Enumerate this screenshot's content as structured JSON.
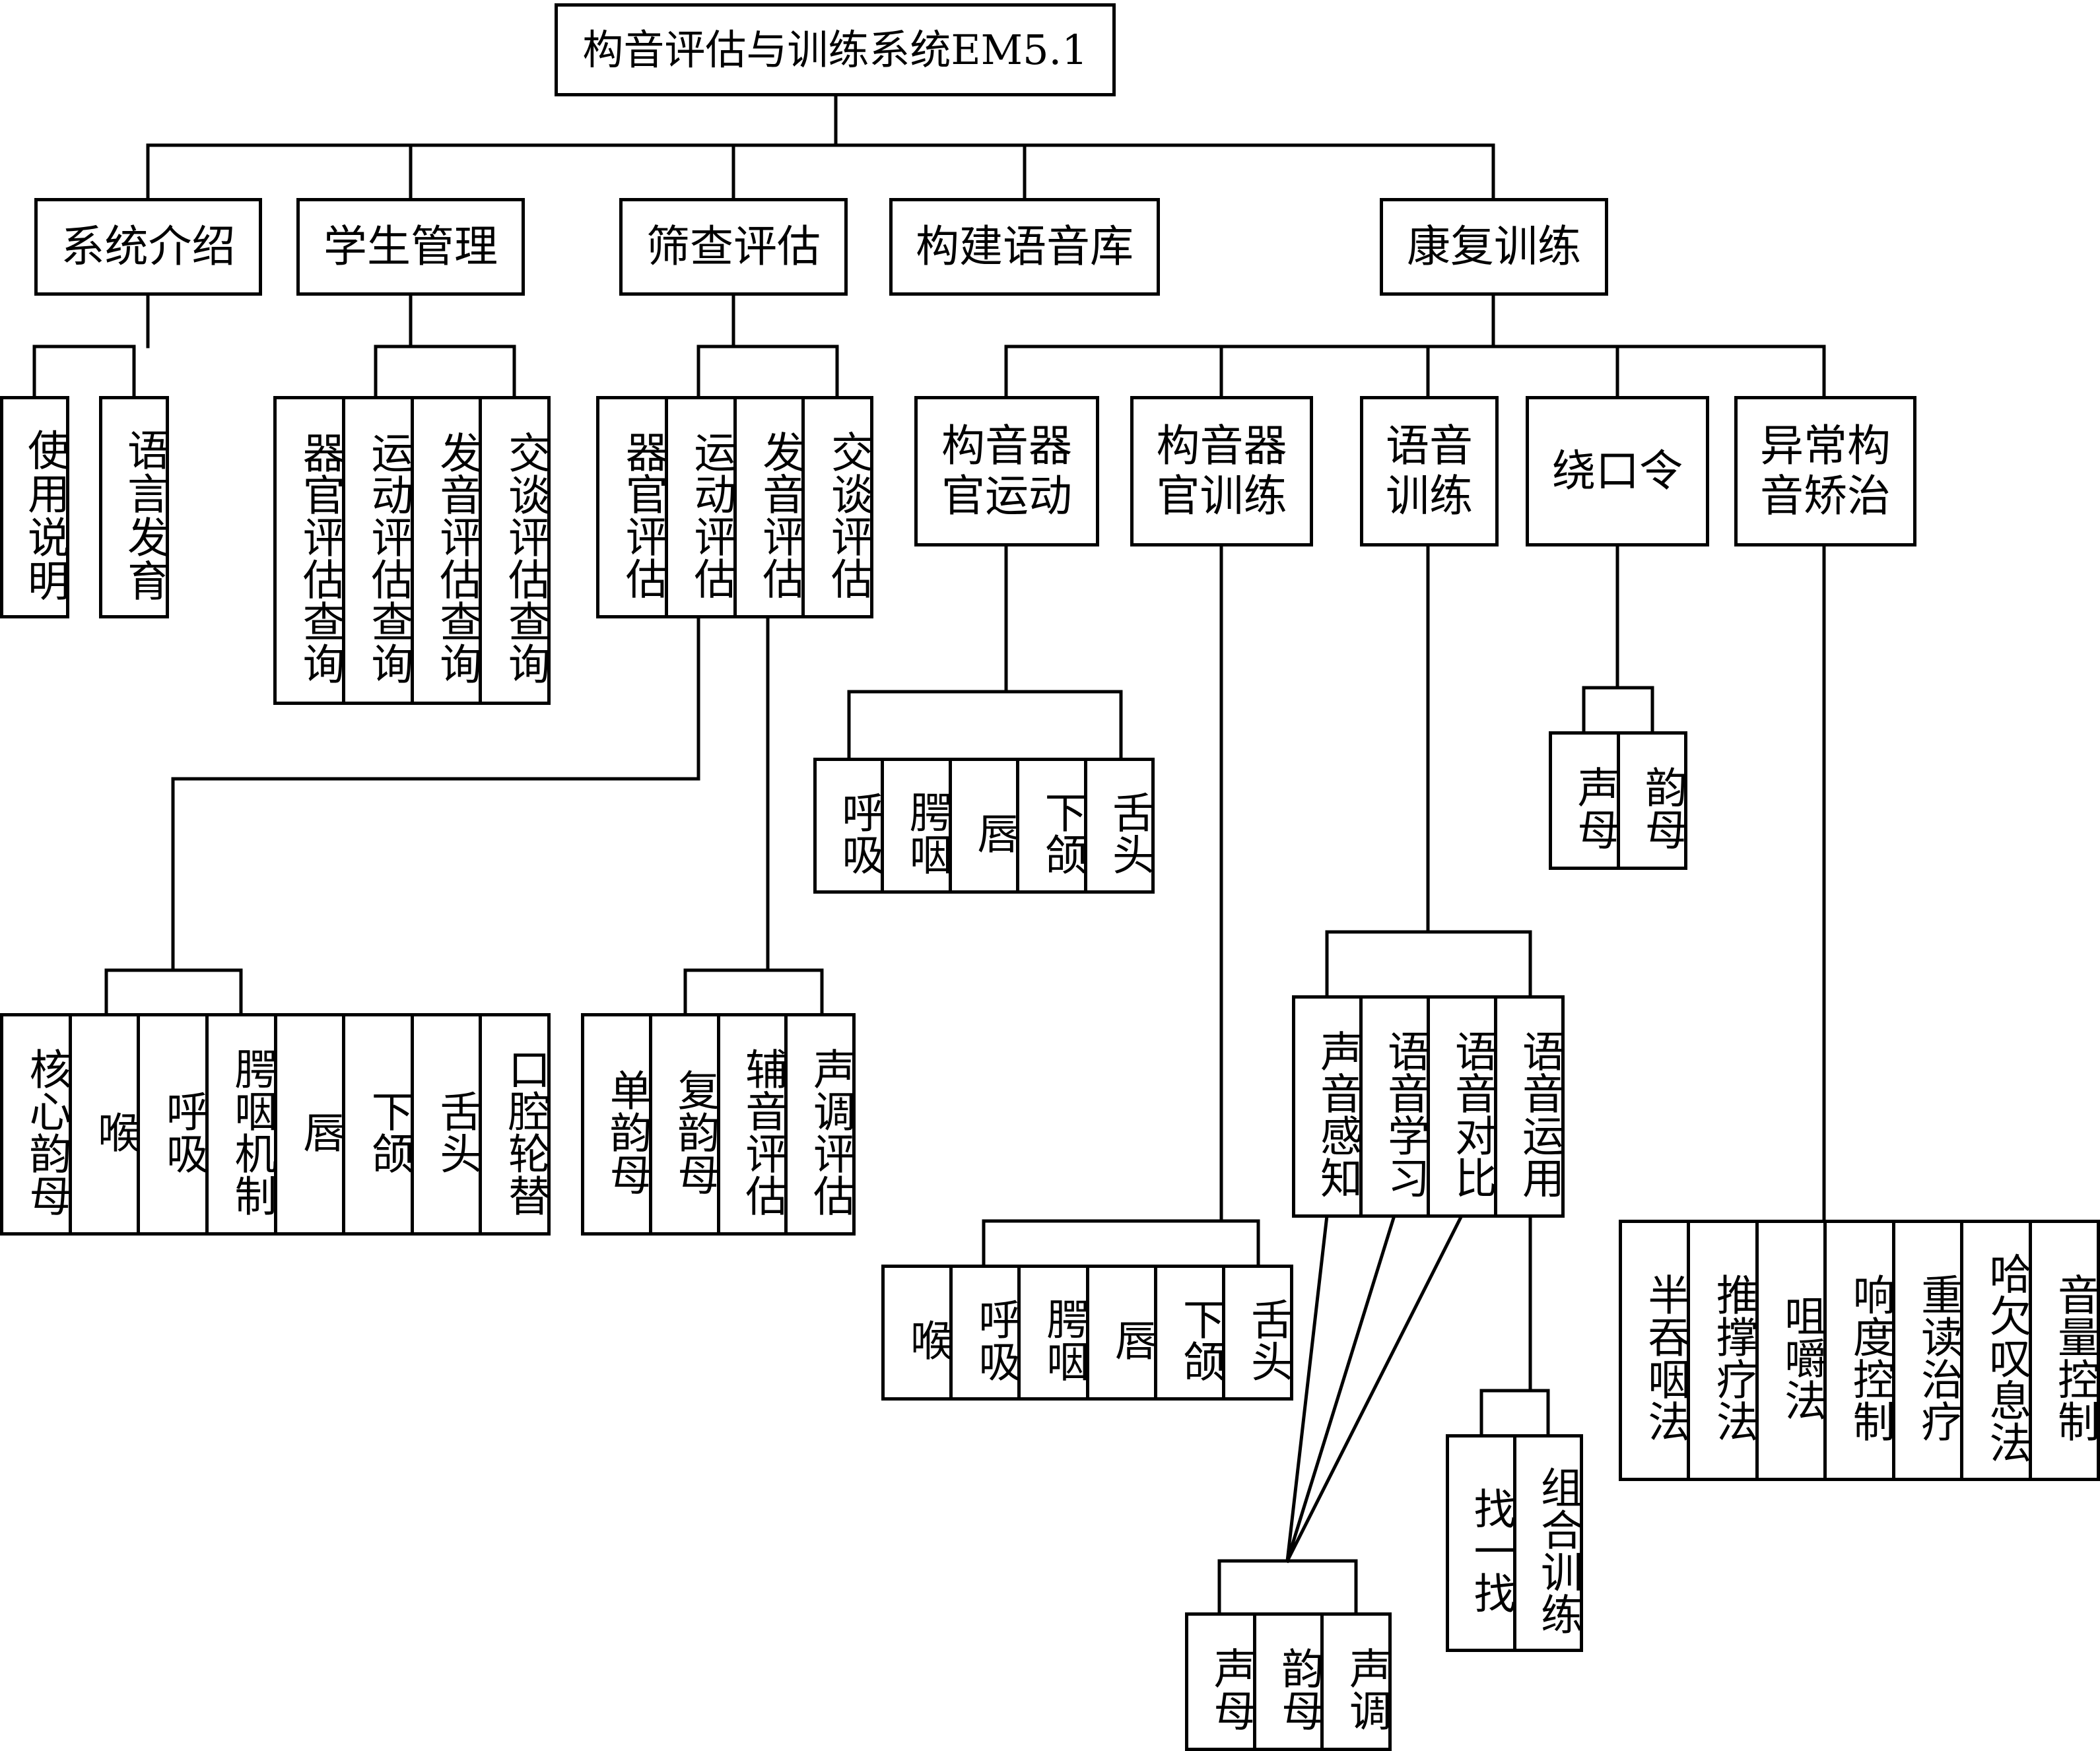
{
  "root": "构音评估与训练系统EM5.1",
  "level1": {
    "intro": "系统介绍",
    "students": "学生管理",
    "screening": "筛查评估",
    "library": "构建语音库",
    "rehab": "康复训练"
  },
  "intro_children": [
    "使用说明",
    "语言发育"
  ],
  "students_children": [
    "器官评估查询",
    "运动评估查询",
    "发音评估查询",
    "交谈评估查询"
  ],
  "screening_children": [
    "器官评估",
    "运动评估",
    "发音评估",
    "交谈评估"
  ],
  "motor_eval_children": [
    "核心韵母",
    "喉",
    "呼吸",
    "腭咽机制",
    "唇",
    "下颌",
    "舌头",
    "口腔轮替"
  ],
  "pron_eval_children": [
    "单韵母",
    "复韵母",
    "辅音评估",
    "声调评估"
  ],
  "rehab_children": {
    "organ_motion": "构音器\n官运动",
    "organ_training": "构音器\n官训练",
    "speech": "语音\n训练",
    "tongue_twister": "绕口令",
    "abnormal": "异常构\n音矫治"
  },
  "organ_motion_children": [
    "呼吸",
    "腭咽",
    "唇",
    "下颌",
    "舌头"
  ],
  "organ_training_children": [
    "喉",
    "呼吸",
    "腭咽",
    "唇",
    "下颌",
    "舌头"
  ],
  "speech_children": [
    "声音感知",
    "语音学习",
    "语音对比",
    "语音运用"
  ],
  "speech_learning_children": [
    "声母",
    "韵母",
    "声调"
  ],
  "speech_use_children": [
    "找一找",
    "组合训练"
  ],
  "tongue_twister_children": [
    "声母",
    "韵母"
  ],
  "abnormal_children": [
    "半吞咽法",
    "推撑疗法",
    "咀嚼法",
    "响度控制",
    "重读治疗",
    "哈欠叹息法",
    "音量控制"
  ]
}
